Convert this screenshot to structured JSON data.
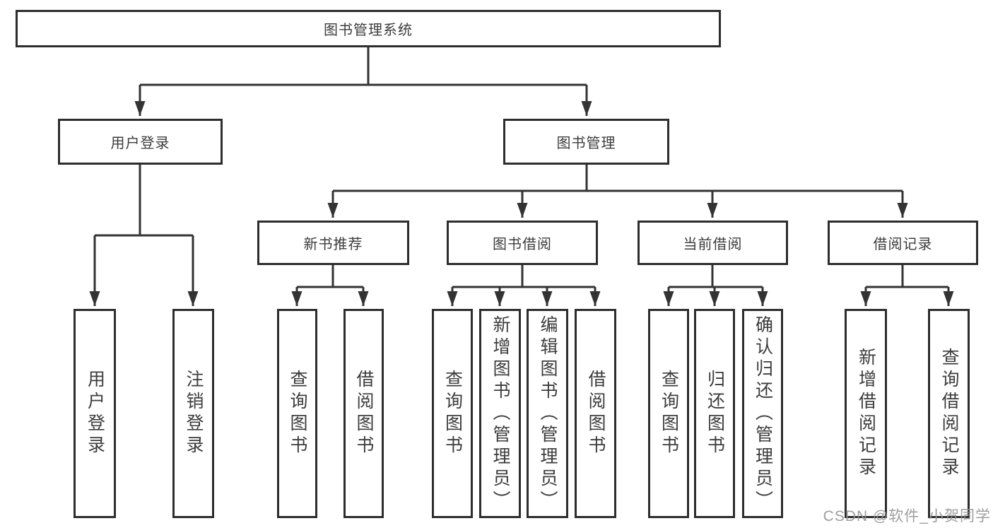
{
  "tree": {
    "root": {
      "label": "图书管理系统"
    },
    "branches": [
      {
        "label": "用户登录",
        "children": [
          {
            "label": "用户登录"
          },
          {
            "label": "注销登录"
          }
        ]
      },
      {
        "label": "图书管理",
        "children": [
          {
            "label": "新书推荐",
            "children": [
              {
                "label": "查询图书"
              },
              {
                "label": "借阅图书"
              }
            ]
          },
          {
            "label": "图书借阅",
            "children": [
              {
                "label": "查询图书"
              },
              {
                "label": "新增图书（管理员）"
              },
              {
                "label": "编辑图书（管理员）"
              },
              {
                "label": "借阅图书"
              }
            ]
          },
          {
            "label": "当前借阅",
            "children": [
              {
                "label": "查询图书"
              },
              {
                "label": "归还图书"
              },
              {
                "label": "确认归还（管理员）"
              }
            ]
          },
          {
            "label": "借阅记录",
            "children": [
              {
                "label": "新增借阅记录"
              },
              {
                "label": "查询借阅记录"
              }
            ]
          }
        ]
      }
    ]
  },
  "watermark": {
    "text": "CSDN @软件_小贺同学"
  },
  "colors": {
    "line": "#333333",
    "border": "#2d2d2d",
    "text": "#3c3c3c",
    "watermark": "#969696",
    "background": "#ffffff"
  }
}
